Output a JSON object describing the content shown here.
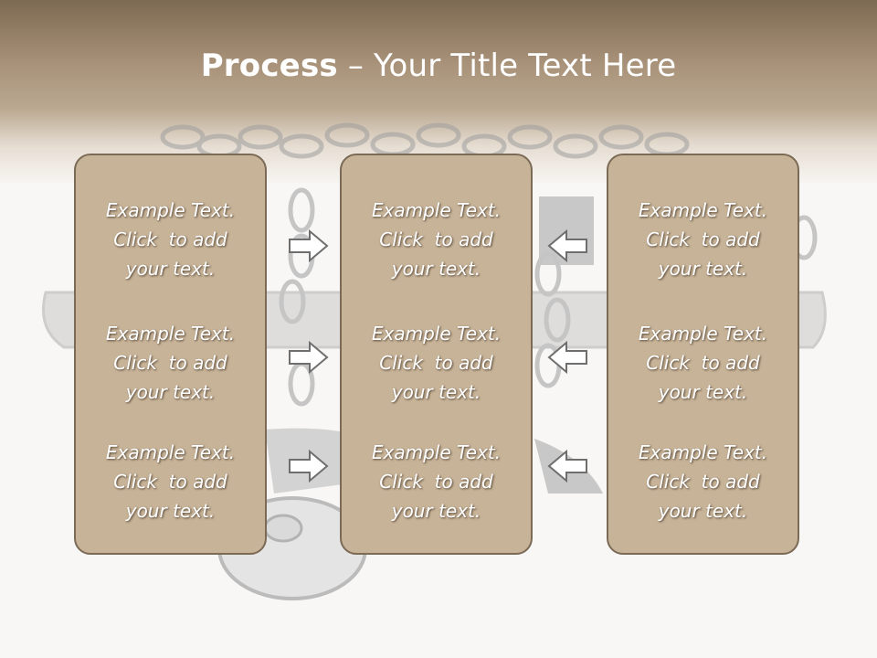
{
  "title": {
    "bold": "Process",
    "rest": " – Your Title Text Here"
  },
  "columns": [
    {
      "items": [
        "Example Text.\nClick  to add\nyour text.",
        "Example Text.\nClick  to add\nyour text.",
        "Example Text.\nClick  to add\nyour text."
      ]
    },
    {
      "items": [
        "Example Text.\nClick  to add\nyour text.",
        "Example Text.\nClick  to add\nyour text.",
        "Example Text.\nClick  to add\nyour text."
      ]
    },
    {
      "items": [
        "Example Text.\nClick  to add\nyour text.",
        "Example Text.\nClick  to add\nyour text.",
        "Example Text.\nClick  to add\nyour text."
      ]
    }
  ],
  "arrows": {
    "left_group": "arrow-right-icon",
    "right_group": "arrow-left-icon"
  },
  "colors": {
    "box_fill": "#c7b398",
    "box_border": "#7b6a55",
    "header": "#8f7b63"
  }
}
